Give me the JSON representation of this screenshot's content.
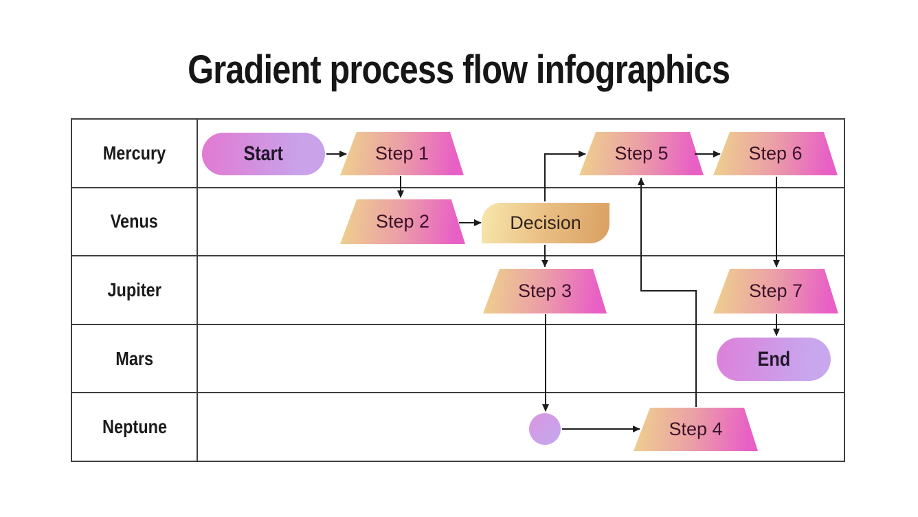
{
  "title": "Gradient process flow infographics",
  "lanes": [
    "Mercury",
    "Venus",
    "Jupiter",
    "Mars",
    "Neptune"
  ],
  "nodes": {
    "start": {
      "label": "Start",
      "shape": "rounded-pill"
    },
    "step1": {
      "label": "Step 1",
      "shape": "trapezoid"
    },
    "step2": {
      "label": "Step 2",
      "shape": "trapezoid"
    },
    "decision": {
      "label": "Decision",
      "shape": "rounded-corner-rect"
    },
    "step3": {
      "label": "Step 3",
      "shape": "trapezoid"
    },
    "step4": {
      "label": "Step 4",
      "shape": "trapezoid"
    },
    "step5": {
      "label": "Step 5",
      "shape": "trapezoid"
    },
    "step6": {
      "label": "Step 6",
      "shape": "trapezoid"
    },
    "step7": {
      "label": "Step 7",
      "shape": "trapezoid"
    },
    "end": {
      "label": "End",
      "shape": "rounded-pill"
    },
    "connector": {
      "label": "",
      "shape": "circle"
    }
  },
  "edges": [
    {
      "from": "start",
      "to": "step1"
    },
    {
      "from": "step1",
      "to": "step2"
    },
    {
      "from": "step2",
      "to": "decision"
    },
    {
      "from": "decision",
      "to": "step5"
    },
    {
      "from": "decision",
      "to": "step3"
    },
    {
      "from": "step3",
      "to": "connector"
    },
    {
      "from": "connector",
      "to": "step4"
    },
    {
      "from": "step4",
      "to": "step5"
    },
    {
      "from": "step5",
      "to": "step6"
    },
    {
      "from": "step6",
      "to": "step7"
    },
    {
      "from": "step7",
      "to": "end"
    }
  ],
  "colors": {
    "gradient_yellow": "#eed28c",
    "gradient_pink": "#e85fc6",
    "gradient_purple": "#c8a7ee",
    "gradient_orange": "#daa062",
    "arrow_line": "#1c1c1c",
    "table_border": "#3e3e3e",
    "node_text": "#3a1129",
    "heading_text": "#161616"
  }
}
